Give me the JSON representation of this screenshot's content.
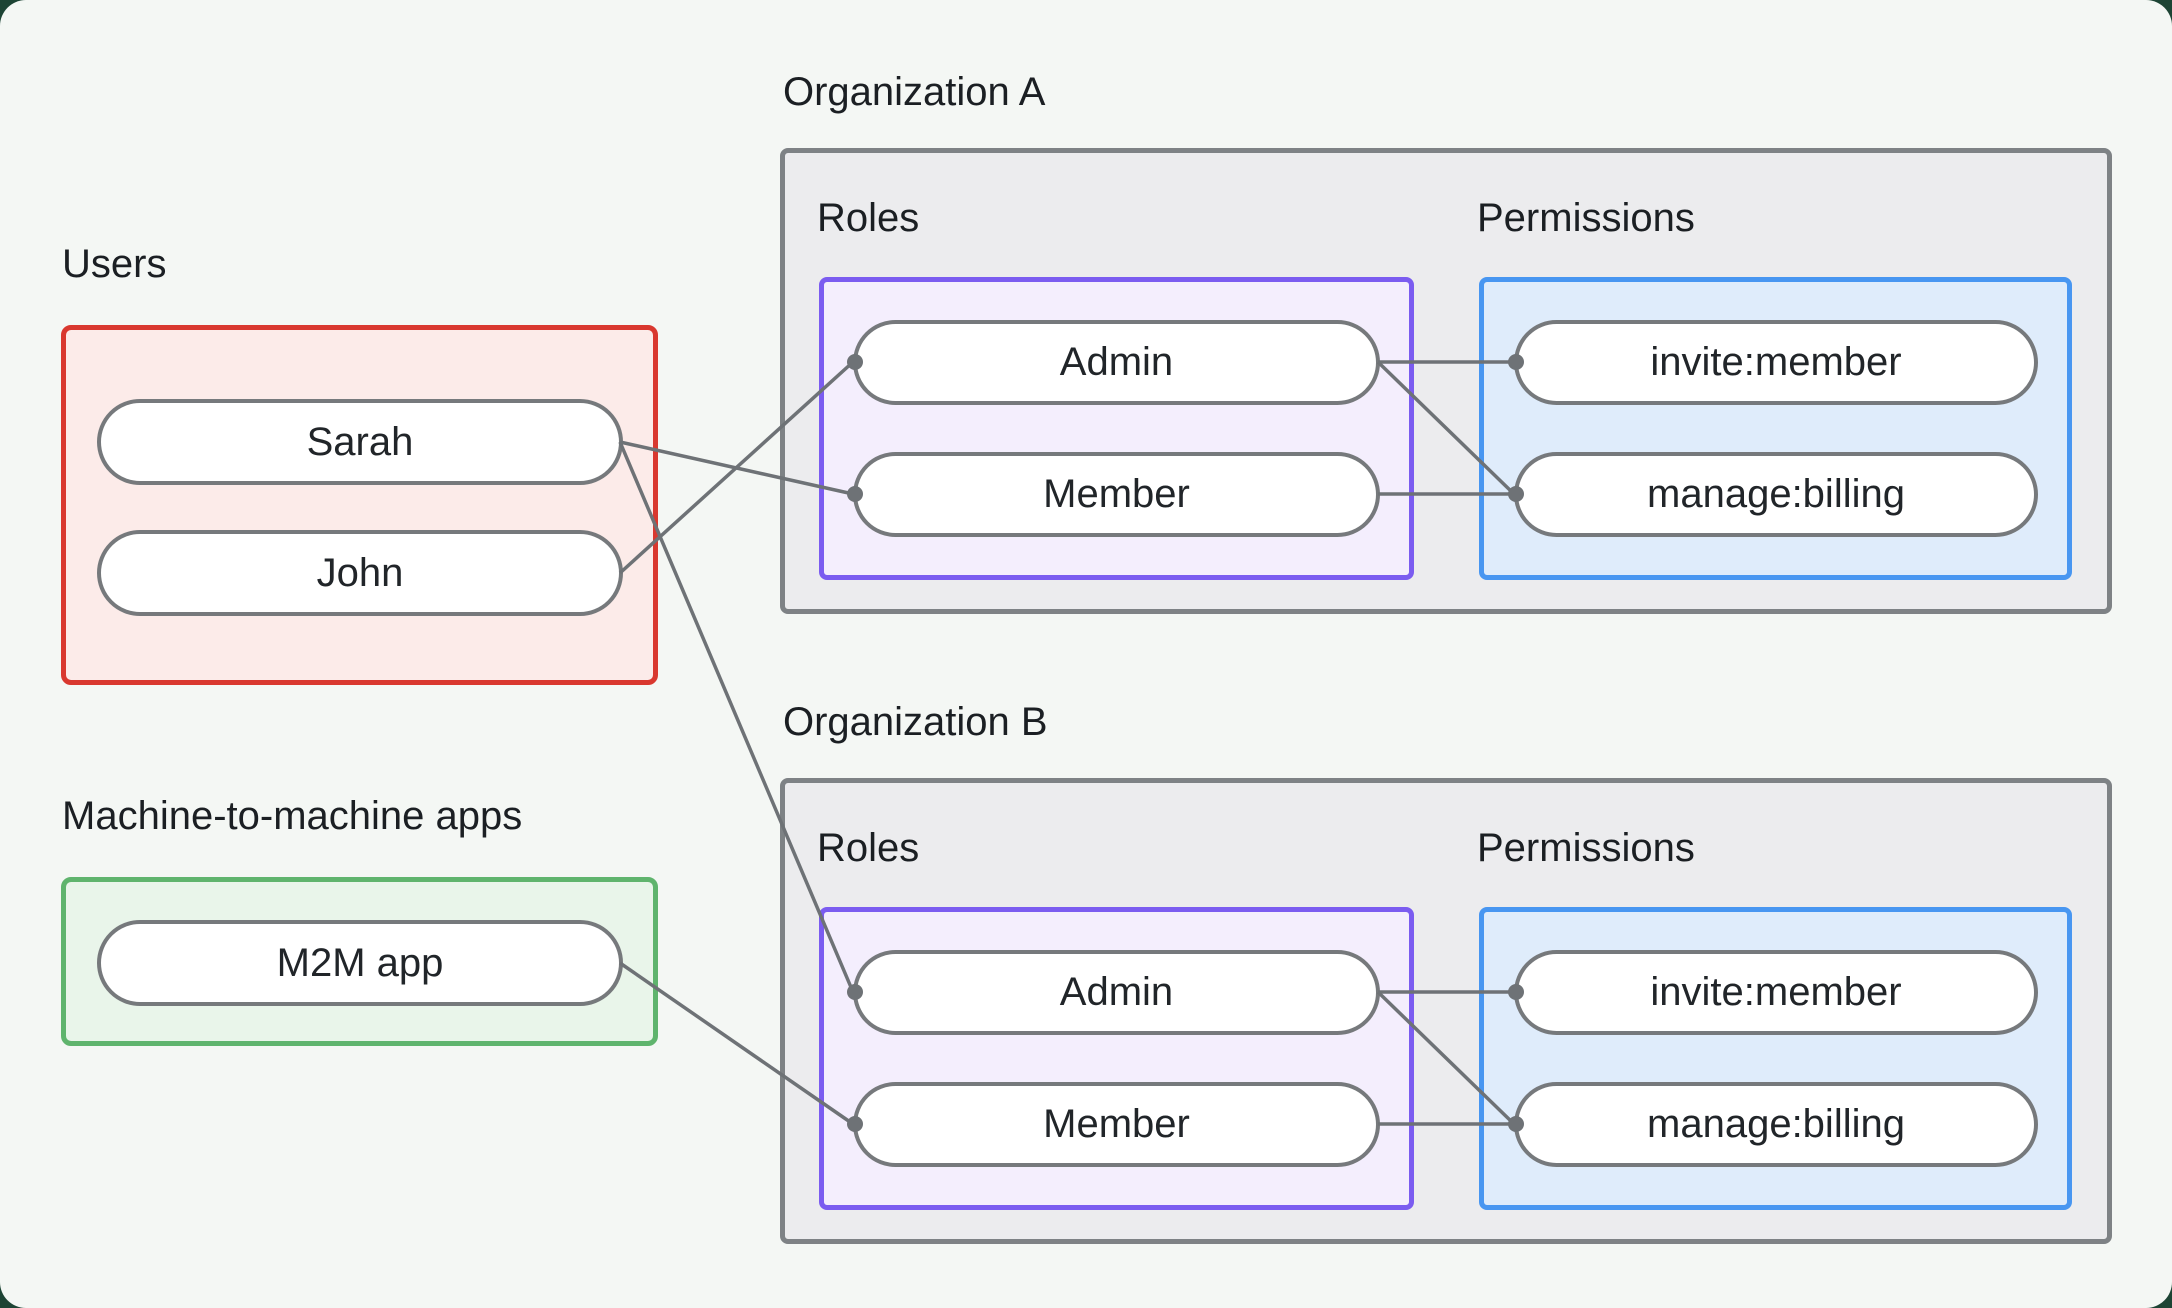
{
  "users_section": {
    "label": "Users",
    "items": [
      "Sarah",
      "John"
    ]
  },
  "m2m_section": {
    "label": "Machine-to-machine apps",
    "items": [
      "M2M app"
    ]
  },
  "organizations": [
    {
      "title": "Organization A",
      "roles_label": "Roles",
      "permissions_label": "Permissions",
      "roles": [
        "Admin",
        "Member"
      ],
      "permissions": [
        "invite:member",
        "manage:billing"
      ]
    },
    {
      "title": "Organization B",
      "roles_label": "Roles",
      "permissions_label": "Permissions",
      "roles": [
        "Admin",
        "Member"
      ],
      "permissions": [
        "invite:member",
        "manage:billing"
      ]
    }
  ],
  "connections": [
    {
      "from": "Sarah",
      "to": "Organization A / Member"
    },
    {
      "from": "Sarah",
      "to": "Organization B / Admin"
    },
    {
      "from": "John",
      "to": "Organization A / Admin"
    },
    {
      "from": "M2M app",
      "to": "Organization B / Member"
    },
    {
      "from": "Organization A / Admin",
      "to": "Organization A / invite:member"
    },
    {
      "from": "Organization A / Admin",
      "to": "Organization A / manage:billing"
    },
    {
      "from": "Organization A / Member",
      "to": "Organization A / manage:billing"
    },
    {
      "from": "Organization B / Admin",
      "to": "Organization B / invite:member"
    },
    {
      "from": "Organization B / Admin",
      "to": "Organization B / manage:billing"
    },
    {
      "from": "Organization B / Member",
      "to": "Organization B / manage:billing"
    }
  ],
  "colors": {
    "page_background": "#1d4434",
    "canvas_background": "#f4f7f4",
    "users_border": "#d9382f",
    "users_fill": "#fcebe9",
    "m2m_border": "#5fb46d",
    "m2m_fill": "#e9f5ea",
    "org_border": "#7e8285",
    "org_fill": "#ececee",
    "roles_border": "#7b5cf0",
    "roles_fill": "#f4eefd",
    "permissions_border": "#4896f1",
    "permissions_fill": "#dfecfb",
    "pill_border": "#76797c",
    "connector": "#6e7276",
    "text": "#1b1f23"
  }
}
